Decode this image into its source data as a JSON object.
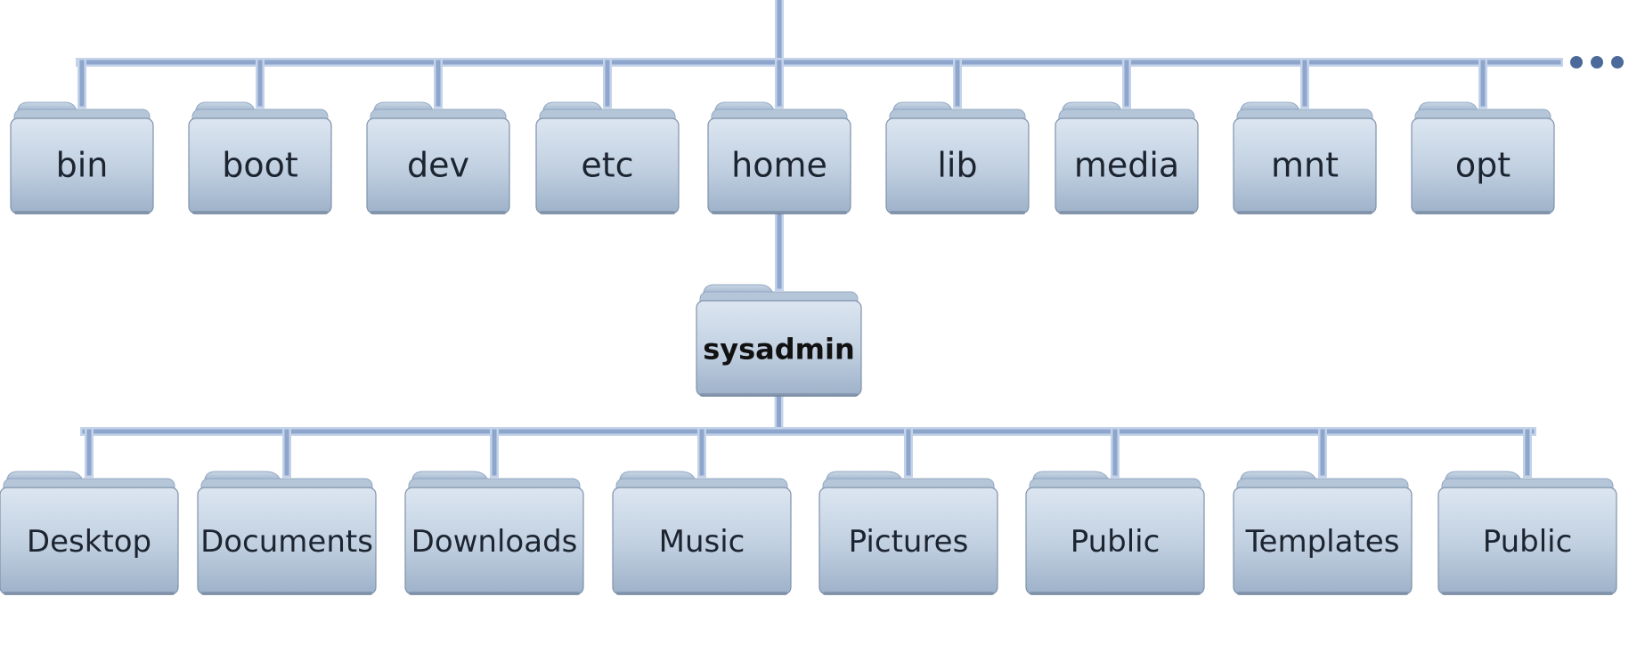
{
  "tree": {
    "ellipsis": "•••",
    "top_folders": [
      {
        "label": "bin",
        "name": "bin"
      },
      {
        "label": "boot",
        "name": "boot"
      },
      {
        "label": "dev",
        "name": "dev"
      },
      {
        "label": "etc",
        "name": "etc"
      },
      {
        "label": "home",
        "name": "home"
      },
      {
        "label": "lib",
        "name": "lib"
      },
      {
        "label": "media",
        "name": "media"
      },
      {
        "label": "mnt",
        "name": "mnt"
      },
      {
        "label": "opt",
        "name": "opt"
      }
    ],
    "middle_folder": {
      "label": "sysadmin",
      "name": "sysadmin"
    },
    "bottom_folders": [
      {
        "label": "Desktop",
        "name": "desktop"
      },
      {
        "label": "Documents",
        "name": "documents"
      },
      {
        "label": "Downloads",
        "name": "downloads"
      },
      {
        "label": "Music",
        "name": "music"
      },
      {
        "label": "Pictures",
        "name": "pictures"
      },
      {
        "label": "Public",
        "name": "public-1"
      },
      {
        "label": "Templates",
        "name": "templates"
      },
      {
        "label": "Public",
        "name": "public-2"
      }
    ],
    "colors": {
      "connector": "#8ea6cc",
      "connector_light": "#c4d3ea",
      "folder_top": "#d8e3ef",
      "folder_bottom": "#9fb3cb",
      "folder_tab": "#b5c6d9",
      "folder_shadow": "#7f92ab"
    },
    "icons": {
      "folder": "folder-icon",
      "ellipsis": "ellipsis-icon"
    }
  }
}
